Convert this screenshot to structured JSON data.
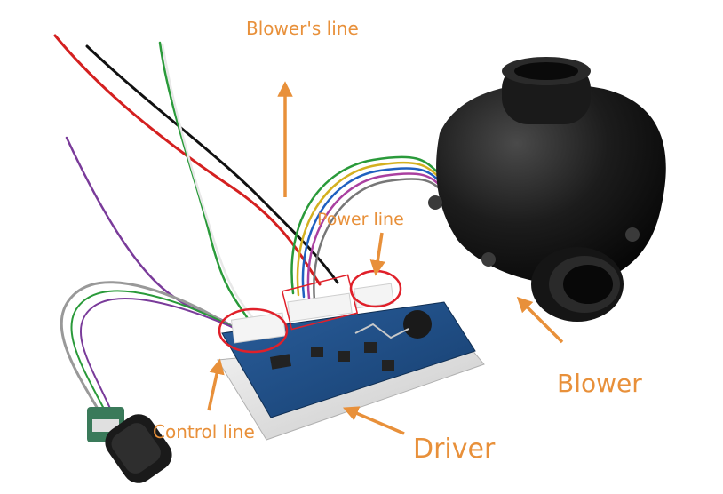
{
  "labels": {
    "blowers_line": "Blower's line",
    "power_line": "Power line",
    "control_line": "Control line",
    "driver": "Driver",
    "blower": "Blower"
  },
  "colors": {
    "accent": "#e8903a",
    "highlight": "#e0202a",
    "blower_body": "#141414",
    "pcb": "#1d4d86",
    "background": "#ffffff"
  }
}
